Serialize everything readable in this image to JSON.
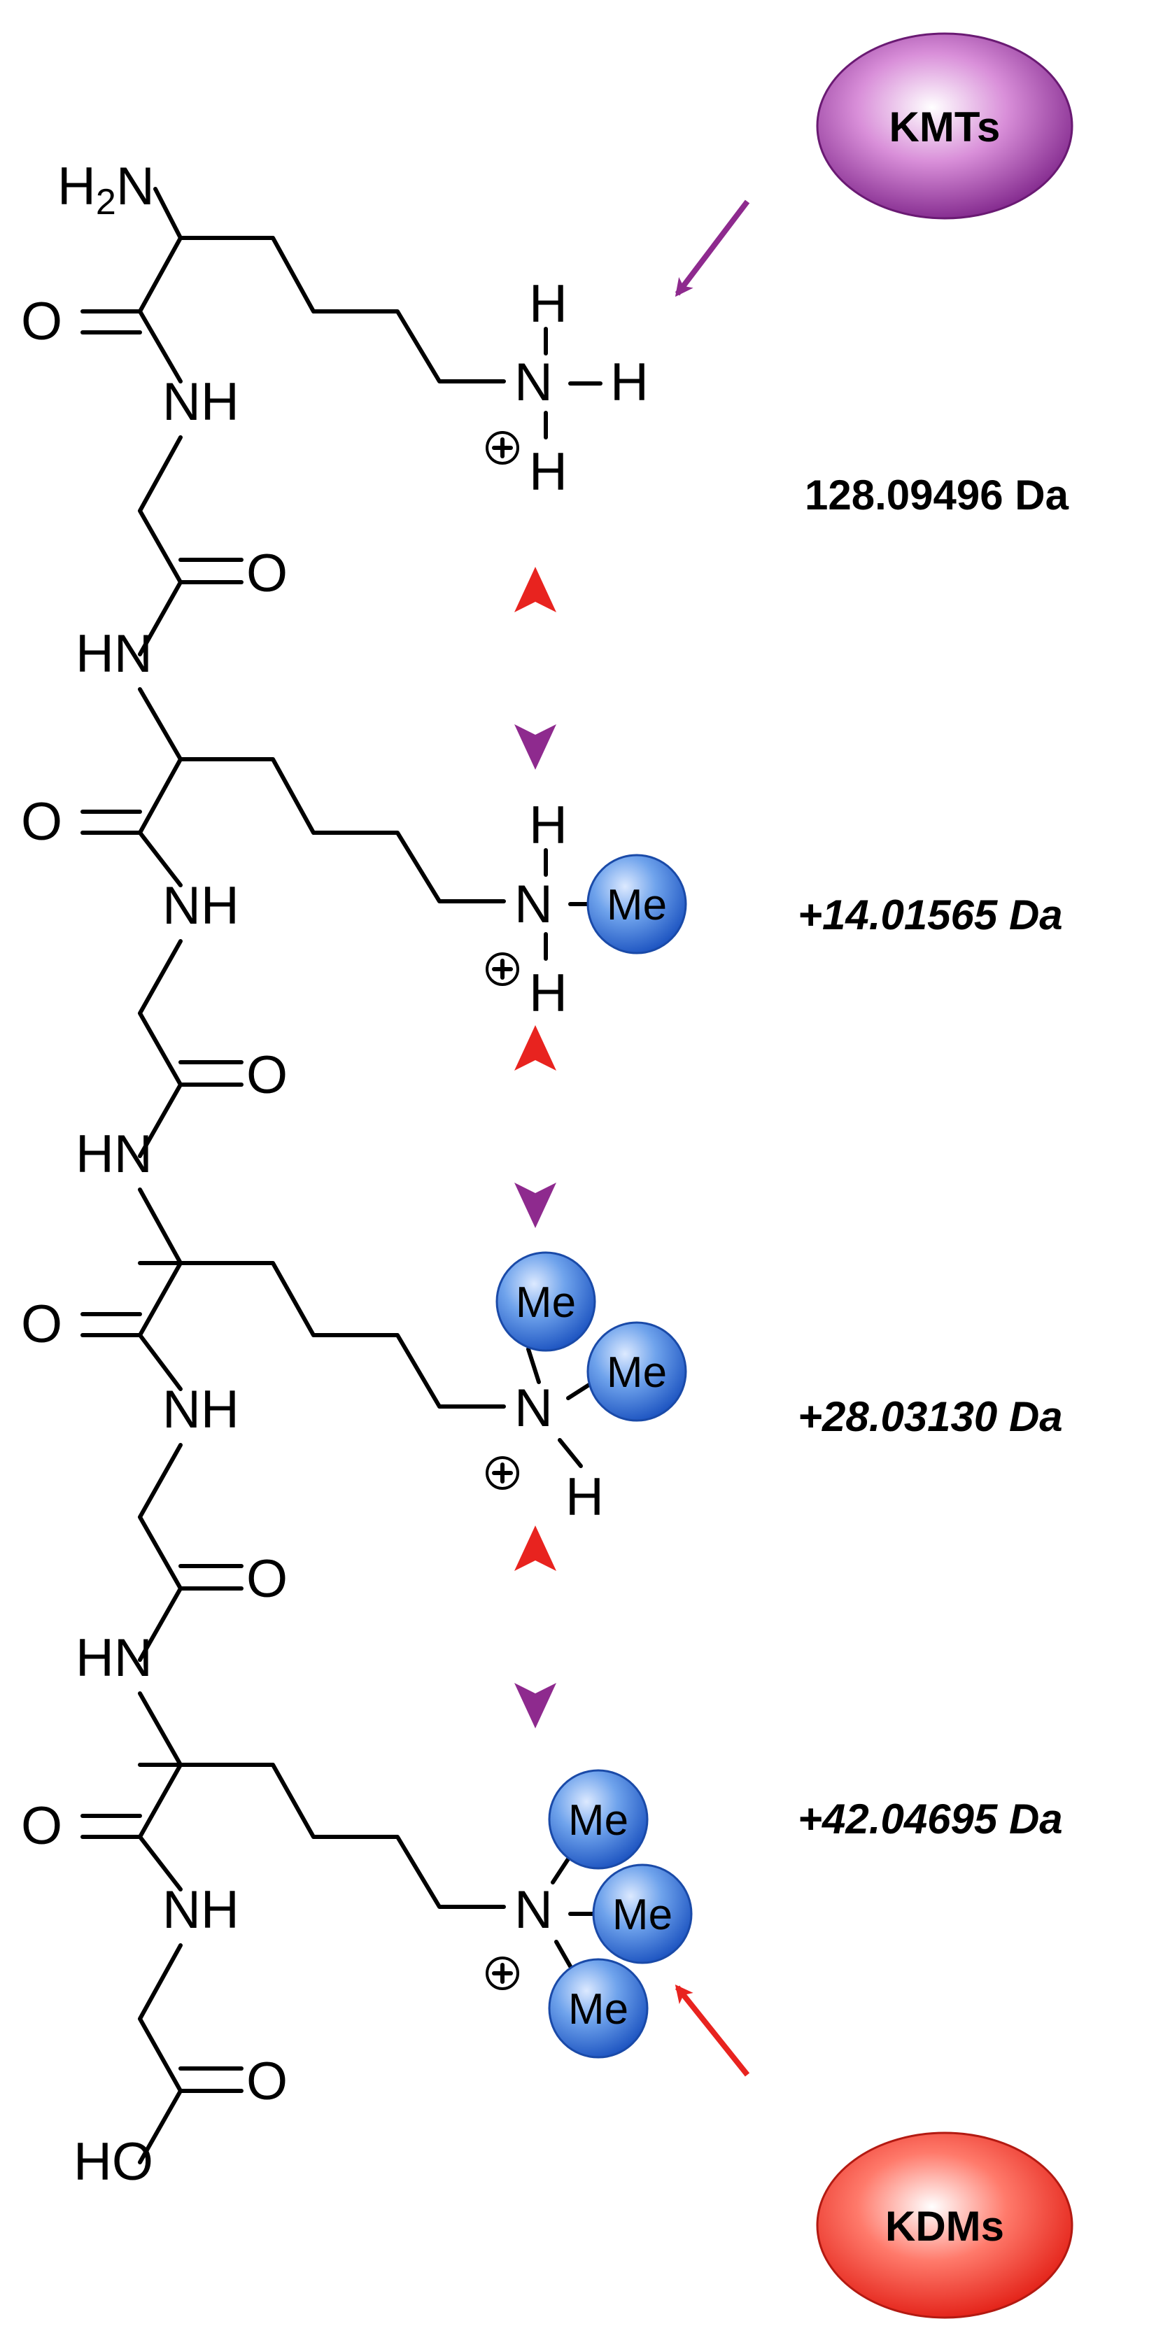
{
  "enzymes": {
    "top_label": "KMTs",
    "bottom_label": "KDMs"
  },
  "atoms": {
    "amine": "H2N",
    "oxygen": "O",
    "nh": "NH",
    "hn": "HN",
    "nitrogen": "N",
    "hydrogen": "H",
    "hydroxyl": "HO",
    "methyl": "Me"
  },
  "masses": {
    "unmodified": "128.09496 Da",
    "mono": "+14.01565 Da",
    "di": "+28.03130 Da",
    "tri": "+42.04695 Da"
  },
  "colors": {
    "kmt_purple": "#8e2a8e",
    "kdm_red": "#e8231f",
    "methyl_blue": "#2f6fd6"
  }
}
